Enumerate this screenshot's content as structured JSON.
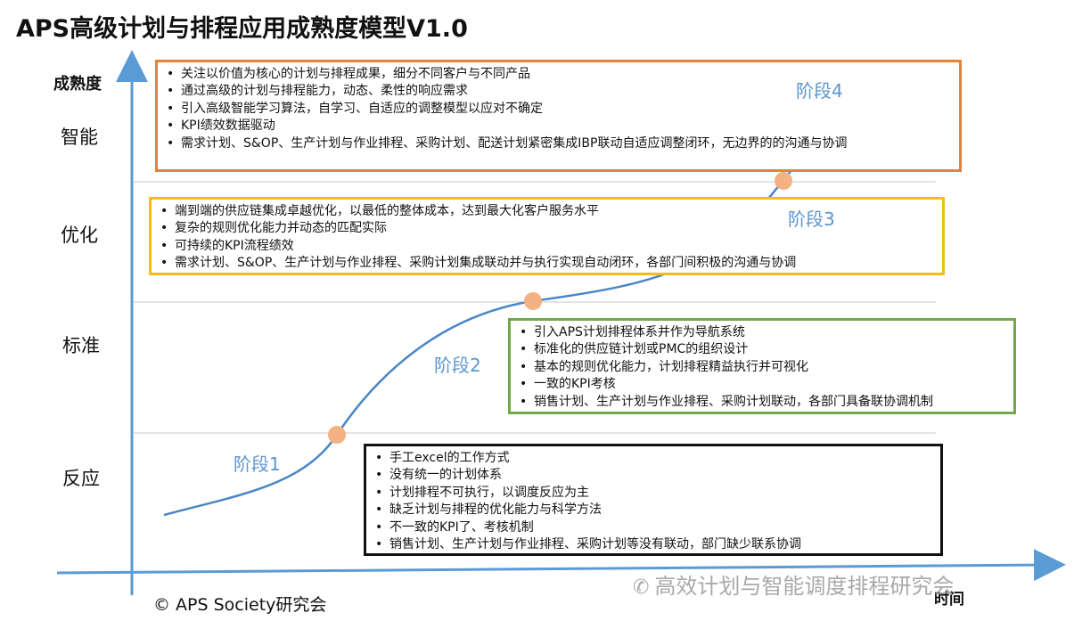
{
  "title": "APS高级计划与排程应用成熟度模型V1.0",
  "y_axis_label": "成熟度",
  "x_axis_label": "时间",
  "levels": [
    "智能",
    "优化",
    "标准",
    "反应"
  ],
  "stage_labels": [
    "阶段1",
    "阶段2",
    "阶段3",
    "阶段4"
  ],
  "boxes": {
    "stage4": [
      "关注以价值为核心的计划与排程成果，细分不同客户与不同产品",
      "通过高级的计划与排程能力，动态、柔性的响应需求",
      "引入高级智能学习算法，自学习、自适应的调整模型以应对不确定",
      "KPI绩效数据驱动",
      "需求计划、S&OP、生产计划与作业排程、采购计划、配送计划紧密集成IBP联动自适应调整闭环，无边界的的沟通与协调"
    ],
    "stage3": [
      "端到端的供应链集成卓越优化，以最低的整体成本，达到最大化客户服务水平",
      "复杂的规则优化能力并动态的匹配实际",
      "可持续的KPI流程绩效",
      "需求计划、S&OP、生产计划与作业排程、采购计划集成联动并与执行实现自动闭环，各部门间积极的沟通与协调"
    ],
    "stage2": [
      "引入APS计划排程体系并作为导航系统",
      "标准化的供应链计划或PMC的组织设计",
      "基本的规则优化能力，计划排程精益执行并可视化",
      "一致的KPI考核",
      "销售计划、生产计划与作业排程、采购计划联动，各部门具备联协调机制"
    ],
    "stage1": [
      "手工excel的工作方式",
      "没有统一的计划体系",
      "计划排程不可执行，以调度反应为主",
      "缺乏计划与排程的优化能力与科学方法",
      "不一致的KPI了、考核机制",
      "销售计划、生产计划与作业排程、采购计划等没有联动，部门缺少联系协调"
    ]
  },
  "copyright": "© APS Society研究会",
  "watermark": "高效计划与智能调度排程研究会",
  "colors": {
    "axis": "#5b9bd5",
    "curve": "#4a86c8",
    "milestone": "#f4b183",
    "stage_text": "#5a95d1",
    "stage4_border": "#e8803a",
    "stage3_border": "#f2bc1b",
    "stage2_border": "#71a84a",
    "stage1_border": "#111111"
  }
}
